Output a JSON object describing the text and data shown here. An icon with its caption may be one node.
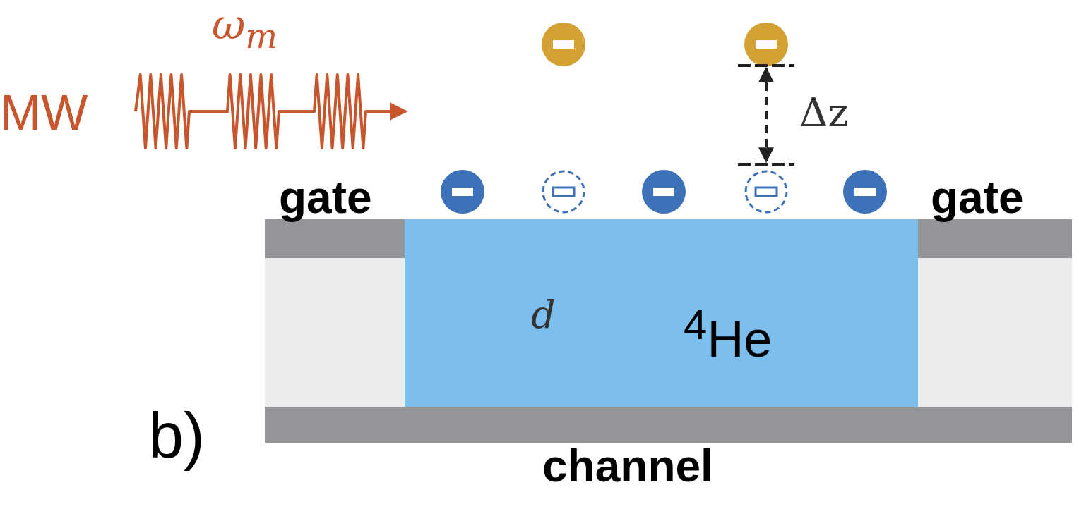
{
  "diagram": {
    "nodes": [
      {
        "text": [
          "gate"
        ]
      },
      {
        "text": [
          "gate"
        ]
      },
      {
        "text": [
          "$^{4}$He"
        ]
      },
      {
        "text": [],
        "shape": "box"
      },
      {
        "text": [],
        "shape": "box"
      },
      {
        "text": [
          "channel"
        ]
      }
    ],
    "labels": [
      "ω$_{m}$",
      "MW",
      "Δz",
      "d",
      "b)"
    ]
  }
}
